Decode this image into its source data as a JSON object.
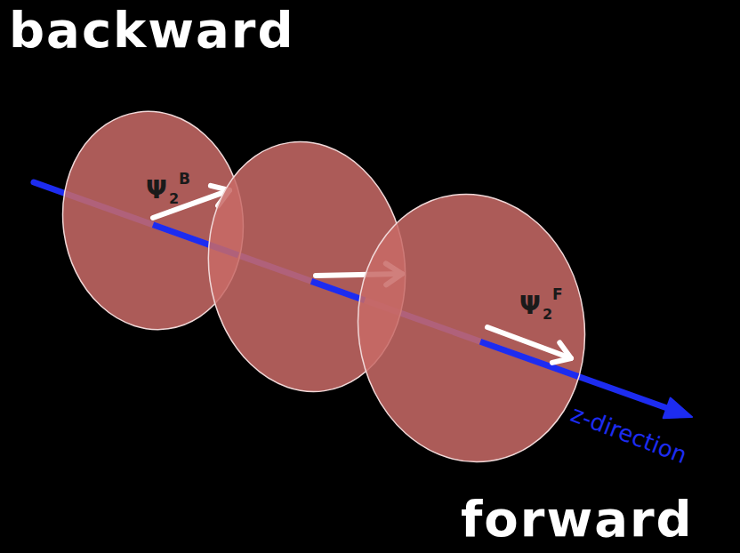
{
  "diagram": {
    "labels": [
      "backward",
      "Ψ",
      "2",
      "B",
      "Ψ",
      "2",
      "F",
      "z-direction",
      "forward"
    ]
  }
}
